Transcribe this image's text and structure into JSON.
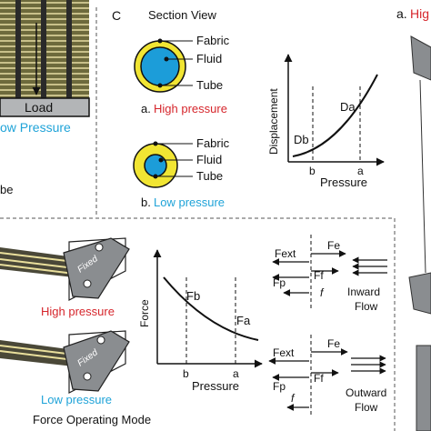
{
  "panel_c": {
    "letter": "C",
    "heading": "Section View",
    "section_labels": {
      "fabric": "Fabric",
      "fluid": "Fluid",
      "tube": "Tube"
    },
    "caption_high_prefix": "a. ",
    "caption_high": "High pressure",
    "caption_low_prefix": "b. ",
    "caption_low": "Low pressure",
    "graph": {
      "ylabel": "Displacement",
      "xlabel": "Pressure",
      "tick_b": "b",
      "tick_a": "a",
      "point_b": "Db",
      "point_a": "Da"
    }
  },
  "panel_left": {
    "load": "Load",
    "low_pressure_fragment": "ow Pressure",
    "fragment_tube": "be"
  },
  "panel_right": {
    "fragment_high": "a. Hig"
  },
  "panel_bottom": {
    "fixed_label": "Fixed",
    "high_pressure": "High pressure",
    "low_pressure": "Low pressure",
    "mode_caption": "Force Operating Mode",
    "graph": {
      "ylabel": "Force",
      "xlabel": "Pressure",
      "tick_b": "b",
      "tick_a": "a",
      "point_b": "Fb",
      "point_a": "Fa"
    },
    "forces_top": {
      "fext": "Fext",
      "fe": "Fe",
      "fp": "Fp",
      "ff": "Ff",
      "f": "f",
      "flow": "Inward",
      "flow2": "Flow"
    },
    "forces_bottom": {
      "fext": "Fext",
      "fe": "Fe",
      "fp": "Fp",
      "ff": "Ff",
      "f": "f",
      "flow": "Outward",
      "flow2": "Flow"
    }
  },
  "colors": {
    "high": "#d6262c",
    "low": "#1fa3d8",
    "fabric_ring": "#f1e533",
    "fluid_core": "#1c9dd9",
    "plate": "#8a8d90",
    "load_box": "#b3b5b7"
  }
}
